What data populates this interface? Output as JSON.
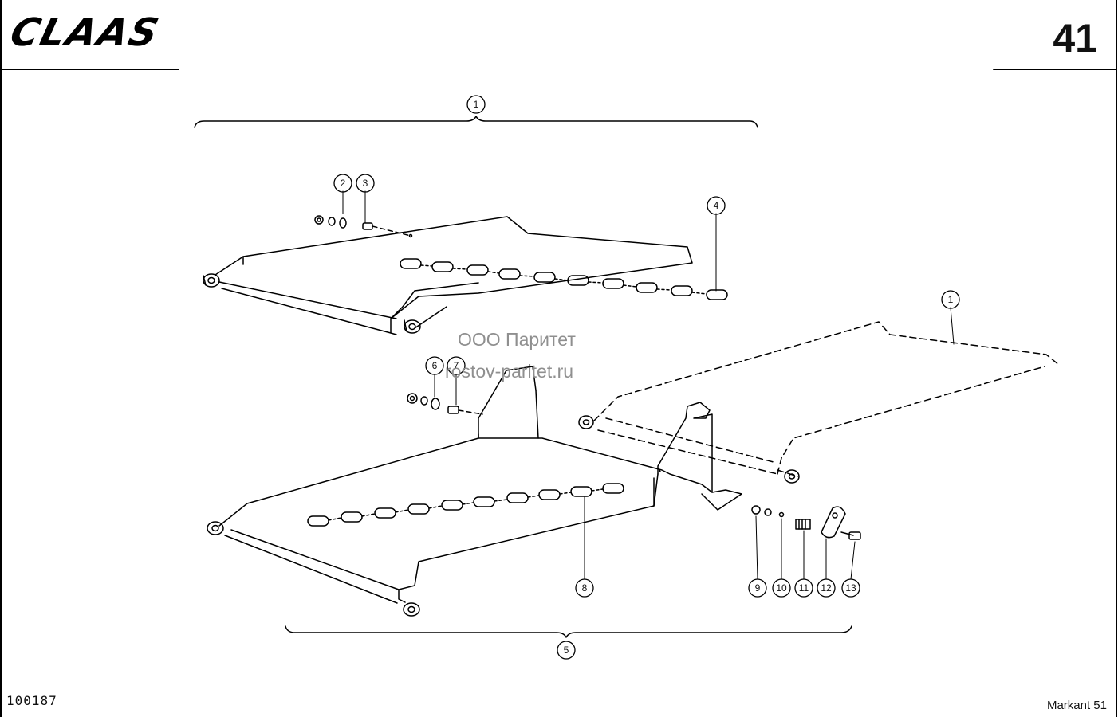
{
  "header": {
    "brand": "CLAAS",
    "page_number": "41"
  },
  "footer": {
    "drawing_number": "100187",
    "model": "Markant 51"
  },
  "watermark": {
    "line1": "ООО Паритет",
    "line2": "rostov-paritet.ru"
  },
  "callouts": [
    "1",
    "2",
    "3",
    "4",
    "1",
    "6",
    "7",
    "8",
    "9",
    "10",
    "11",
    "12",
    "13",
    "5"
  ]
}
